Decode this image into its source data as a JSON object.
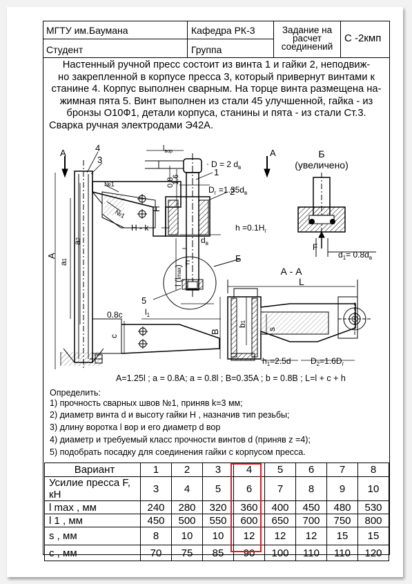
{
  "header": {
    "university": "МГТУ им.Баумана",
    "department": "Кафедра РК-3",
    "task": [
      "Задание на",
      "расчет",
      "соединений"
    ],
    "code": "С -2кмп",
    "student": "Студент",
    "group": "Группа"
  },
  "task_text": [
    "Настенный ручной пресс состоит из винта 1 и гайки 2, неподвиж-",
    "но закрепленной в корпусе пресса 3, который привернут винтами к",
    "станине 4. Корпус выполнен сварным. На торце винта размещена на-",
    "жимная пята 5. Винт выполнен из стали 45 улучшенной, гайка - из",
    "бронзы О10Ф1, детали корпуса, станины и пята - из стали Ст.3.",
    "Сварка ручная электродами Э42А."
  ],
  "drawing": {
    "labels": {
      "A": "A",
      "n4": "4",
      "n3": "3",
      "n1": "1",
      "n2": "2",
      "n5": "5",
      "lvor": "l",
      "lvor_sub": "вор",
      "D": "D = 2 d",
      "D_sub": "в",
      "Dg": "D",
      "Dg_sub": "г",
      "Dg_rest": " =1.35d",
      "Dg_sub2": "в",
      "weld1": "№1",
      "weld1b": "№1",
      "H": "H",
      "HK": "H - k",
      "h": "h =0.1H",
      "h_sub": "г",
      "dv": "d",
      "dv_sub": "в",
      "v08": "0.8",
      "v16": "1.6",
      "lmax": "l (l",
      "lmax_sub": "max",
      "lmax_end": ")",
      "F": "F",
      "B_label": "Б",
      "a1": "a",
      "a1_sub": "1",
      "a2": "a",
      "a2_sub": "2",
      "c08": "0.8c",
      "l1": "l",
      "l1_sub": "1",
      "c": "c",
      "d": "d",
      "B_title": "Б",
      "enlarged": "(увеличено)",
      "d1": "d",
      "d1_sub": "1",
      "d1_rest": "= 0.8d",
      "d1_sub2": "в",
      "AA": "А - А",
      "L": "L",
      "Bb": "B",
      "b1": "b",
      "b1_sub": "1",
      "s": "s",
      "h1": "h",
      "h1_sub": "1",
      "h1_rest": "=2.5d",
      "D2": "D",
      "D2_sub": "2",
      "D2_rest": "=1.6D",
      "D2_sub2": "г"
    }
  },
  "formula": "A=1.25l ; a = 0.8A; a = 0.8l ; B=0.35A ; b = 0.8B ; L=l + c + h",
  "questions": {
    "heading": "Определить:",
    "items": [
      "1) прочность сварных швов №1, приняв k=3 мм;",
      "2) диаметр винта d и высоту гайки H , назначив тип резьбы;",
      "3) длину воротка l вор и его диаметр d вор",
      "4) диаметр и требуемый класс прочности винтов d (приняв z =4);",
      "5) подобрать посадку для соединения гайки с корпусом пресса."
    ]
  },
  "table": {
    "rows": [
      {
        "label": "Вариант",
        "values": [
          "1",
          "2",
          "3",
          "4",
          "5",
          "6",
          "7",
          "8"
        ]
      },
      {
        "label": "Усилие пресса  F, кН",
        "values": [
          "3",
          "4",
          "5",
          "6",
          "7",
          "8",
          "9",
          "10"
        ]
      },
      {
        "label": "l max  , мм",
        "values": [
          "240",
          "280",
          "320",
          "360",
          "400",
          "450",
          "480",
          "530"
        ]
      },
      {
        "label": "l 1    , мм",
        "values": [
          "450",
          "500",
          "550",
          "600",
          "650",
          "700",
          "750",
          "800"
        ]
      },
      {
        "label": "s      , мм",
        "values": [
          "8",
          "10",
          "10",
          "12",
          "12",
          "12",
          "15",
          "15"
        ]
      },
      {
        "label": "c      , мм",
        "values": [
          "70",
          "75",
          "85",
          "90",
          "100",
          "110",
          "110",
          "120"
        ]
      }
    ]
  },
  "colors": {
    "highlight": "#e8151b"
  }
}
